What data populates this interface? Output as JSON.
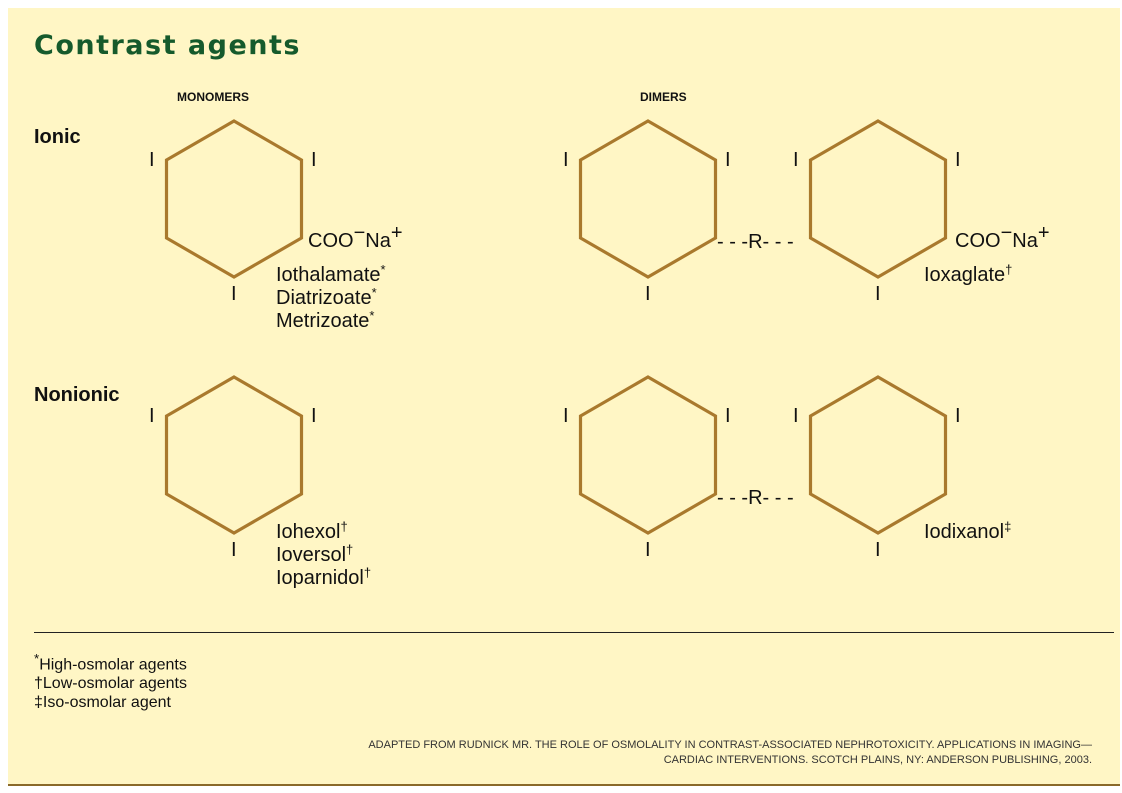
{
  "title": "Contrast agents",
  "column_headers": {
    "monomers": "MONOMERS",
    "dimers": "DIMERS"
  },
  "row_labels": {
    "ionic": "Ionic",
    "nonionic": "Nonionic"
  },
  "ring_color": "#a9792d",
  "ring_substituents": {
    "iodine": "I",
    "carboxylate": "COO",
    "charge_minus": "−",
    "sodium": "Na",
    "charge_plus": "+"
  },
  "linker": {
    "dashes": "- - -",
    "group": "R"
  },
  "ionic": {
    "monomer_agents": [
      {
        "name": "Iothalamate",
        "mark": "*"
      },
      {
        "name": "Diatrizoate",
        "mark": "*"
      },
      {
        "name": "Metrizoate",
        "mark": "*"
      }
    ],
    "dimer_agents": [
      {
        "name": "Ioxaglate",
        "mark": "†"
      }
    ]
  },
  "nonionic": {
    "monomer_agents": [
      {
        "name": "Iohexol",
        "mark": "†"
      },
      {
        "name": "Ioversol",
        "mark": "†"
      },
      {
        "name": "Ioparnidol",
        "mark": "†"
      }
    ],
    "dimer_agents": [
      {
        "name": "Iodixanol",
        "mark": "‡"
      }
    ]
  },
  "footnotes": [
    {
      "mark": "*",
      "text": "High-osmolar agents"
    },
    {
      "mark": "†",
      "text": "Low-osmolar agents"
    },
    {
      "mark": "‡",
      "text": "Iso-osmolar agent"
    }
  ],
  "citation": [
    "ADAPTED FROM RUDNICK MR. THE ROLE OF OSMOLALITY IN CONTRAST-ASSOCIATED NEPHROTOXICITY. APPLICATIONS IN IMAGING—",
    "CARDIAC INTERVENTIONS. SCOTCH PLAINS, NY: ANDERSON PUBLISHING, 2003."
  ]
}
